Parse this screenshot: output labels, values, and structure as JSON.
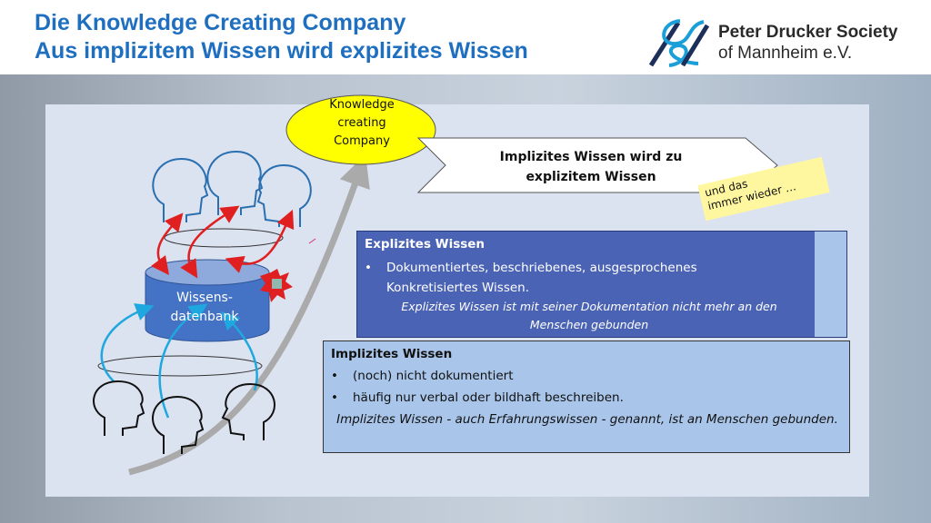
{
  "header": {
    "title_line1": "Die Knowledge Creating Company",
    "title_line2": "Aus implizitem Wissen wird explizites Wissen",
    "logo_line1": "Peter Drucker Society",
    "logo_line2": "of Mannheim e.V."
  },
  "diagram": {
    "ellipse_label": [
      "Knowledge",
      "creating",
      "Company"
    ],
    "banner": [
      "Implizites Wissen wird zu",
      "explizitem Wissen"
    ],
    "note": [
      "und das",
      "immer wieder …"
    ],
    "database_label": [
      "Wissens-",
      "datenbank"
    ]
  },
  "explicit": {
    "title": "Explizites Wissen",
    "bullet": "Dokumentiertes, beschriebenes, ausgesprochenes Konkretisiertes Wissen.",
    "italic": "Explizites Wissen ist mit seiner Dokumentation nicht mehr an den Menschen gebunden"
  },
  "implicit": {
    "title": "Implizites Wissen",
    "bullets": [
      "(noch) nicht dokumentiert",
      "häufig nur verbal oder bildhaft beschreiben."
    ],
    "italic": "Implizites Wissen - auch Erfahrungswissen - genannt, ist an Menschen gebunden."
  },
  "colors": {
    "title": "#1f6fc0",
    "explicit_box": "#4b63b4",
    "implicit_box": "#a9c6ea",
    "ellipse": "#ffff00",
    "red_arrows": "#e02020",
    "blue_arrows": "#1fa8e0"
  }
}
